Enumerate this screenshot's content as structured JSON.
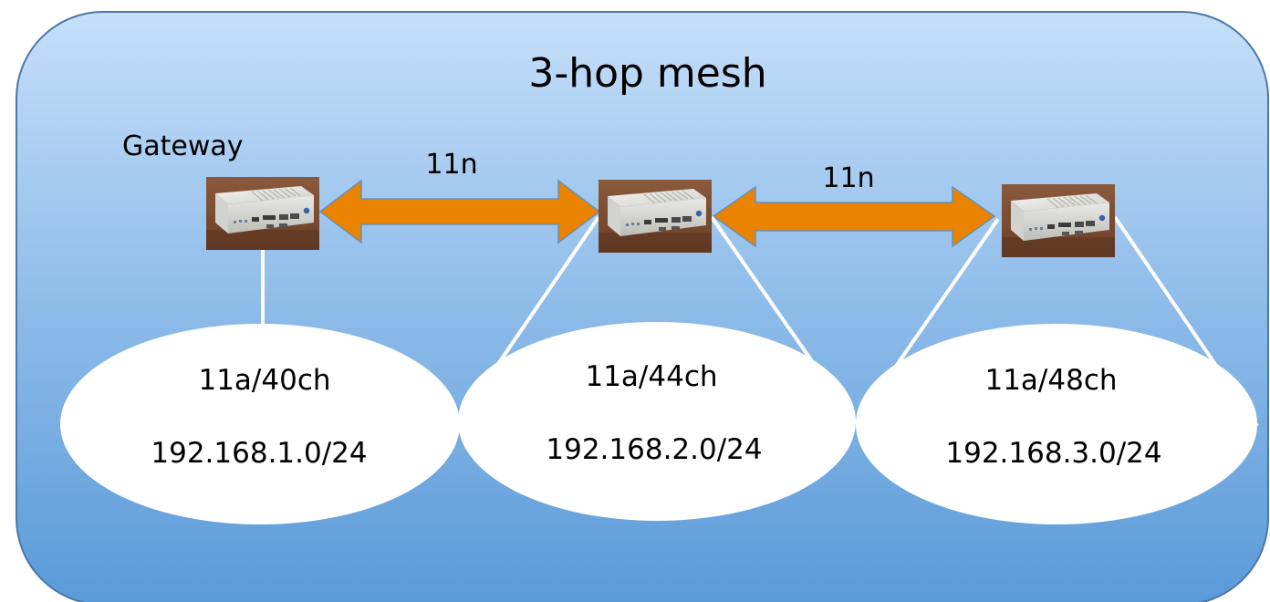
{
  "diagram": {
    "title": "3-hop mesh",
    "gateway_label": "Gateway",
    "links": [
      {
        "label": "11n"
      },
      {
        "label": "11n"
      }
    ],
    "networks": [
      {
        "channel": "11a/40ch",
        "subnet": "192.168.1.0/24"
      },
      {
        "channel": "11a/44ch",
        "subnet": "192.168.2.0/24"
      },
      {
        "channel": "11a/48ch",
        "subnet": "192.168.3.0/24"
      }
    ],
    "colors": {
      "panel_top": "#c6dff9",
      "panel_bottom": "#5a9ad8",
      "panel_border": "#4a78a8",
      "arrow": "#e98300",
      "arrow_stroke": "#6a8fb5",
      "connector": "#ffffff",
      "cloud": "#ffffff"
    },
    "icons": [
      "mesh-router-icon",
      "mesh-router-icon",
      "mesh-router-icon"
    ]
  }
}
